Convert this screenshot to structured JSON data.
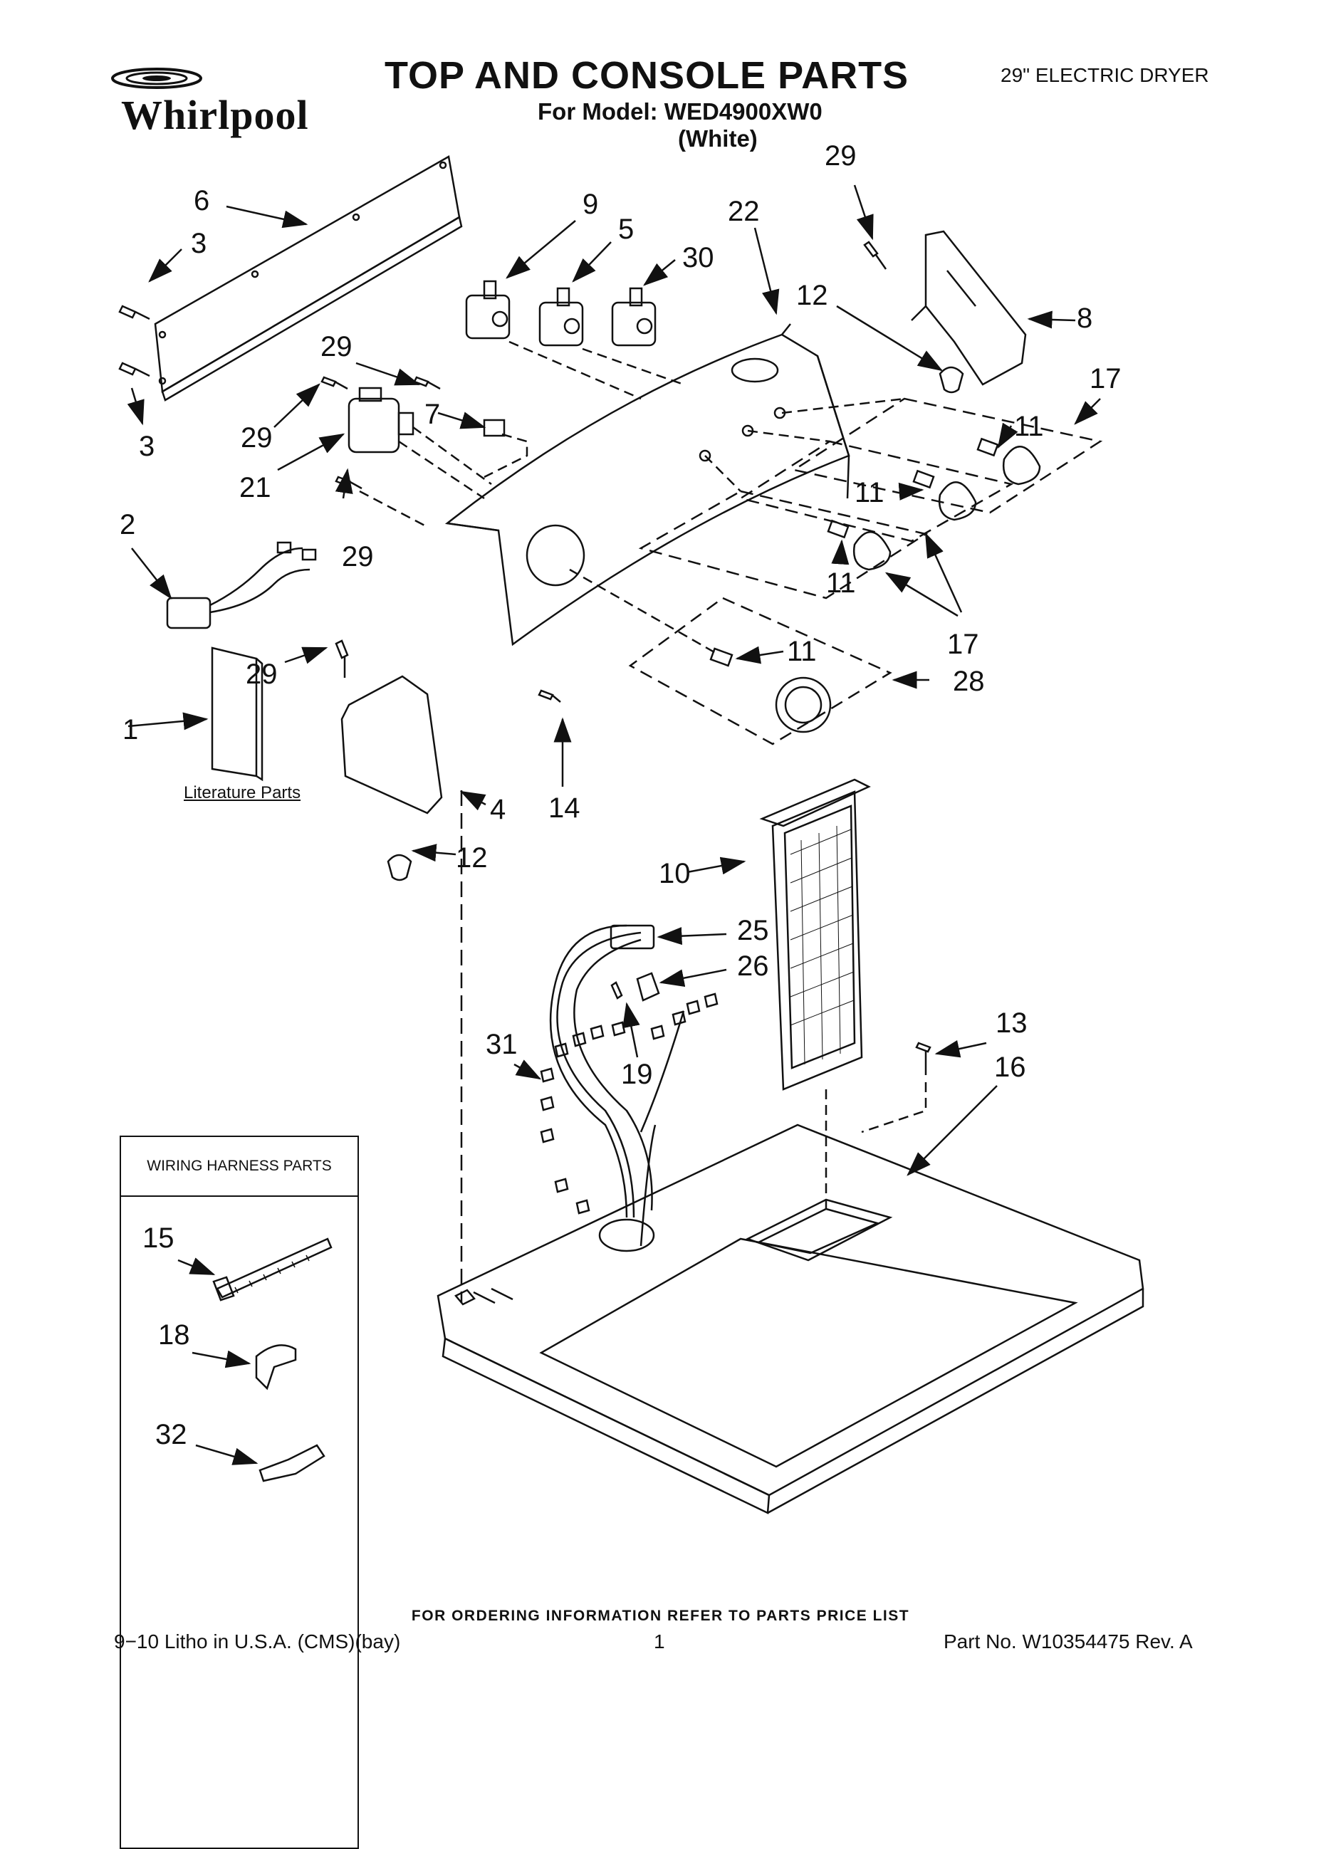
{
  "header": {
    "brand": "Whirlpool",
    "title": "TOP AND CONSOLE PARTS",
    "model_line": "For Model: WED4900XW0",
    "color_line": "(White)",
    "product": "29\" ELECTRIC DRYER"
  },
  "literature_label": "Literature Parts",
  "wiring_harness": {
    "title": "WIRING HARNESS PARTS",
    "callouts": [
      "15",
      "18",
      "32"
    ]
  },
  "callouts": [
    "6",
    "3",
    "3",
    "9",
    "5",
    "30",
    "22",
    "29",
    "12",
    "8",
    "17",
    "29",
    "7",
    "29",
    "21",
    "29",
    "11",
    "11",
    "11",
    "17",
    "2",
    "29",
    "1",
    "11",
    "28",
    "4",
    "14",
    "12",
    "10",
    "25",
    "26",
    "13",
    "31",
    "19",
    "16"
  ],
  "footer": {
    "ordering": "FOR ORDERING INFORMATION REFER TO PARTS PRICE LIST",
    "litho": "9−10 Litho in U.S.A. (CMS)(bay)",
    "page_number": "1",
    "part_no": "Part No. W10354475 Rev. A"
  }
}
